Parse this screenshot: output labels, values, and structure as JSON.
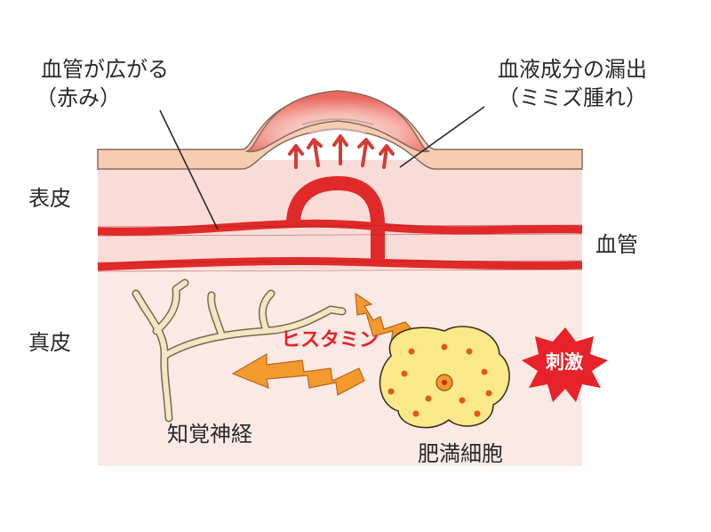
{
  "labels": {
    "vessel_dilate_line1": "血管が広がる",
    "vessel_dilate_line2": "（赤み）",
    "leakage_line1": "血液成分の漏出",
    "leakage_line2": "（ミミズ腫れ）",
    "epidermis": "表皮",
    "dermis": "真皮",
    "blood_vessel": "血管",
    "histamine": "ヒスタミン",
    "stimulus": "刺激",
    "sensory_nerve": "知覚神経",
    "mast_cell": "肥満細胞"
  },
  "colors": {
    "skin_top": "#f6cdb2",
    "epidermis": "#f9dcd7",
    "dermis": "#fae9e5",
    "vessel": "#e02a2a",
    "arrow": "#f29a2e",
    "mast_cell": "#f9e98a",
    "nerve": "#f2e6c4",
    "stimulus": "#e8222a"
  }
}
